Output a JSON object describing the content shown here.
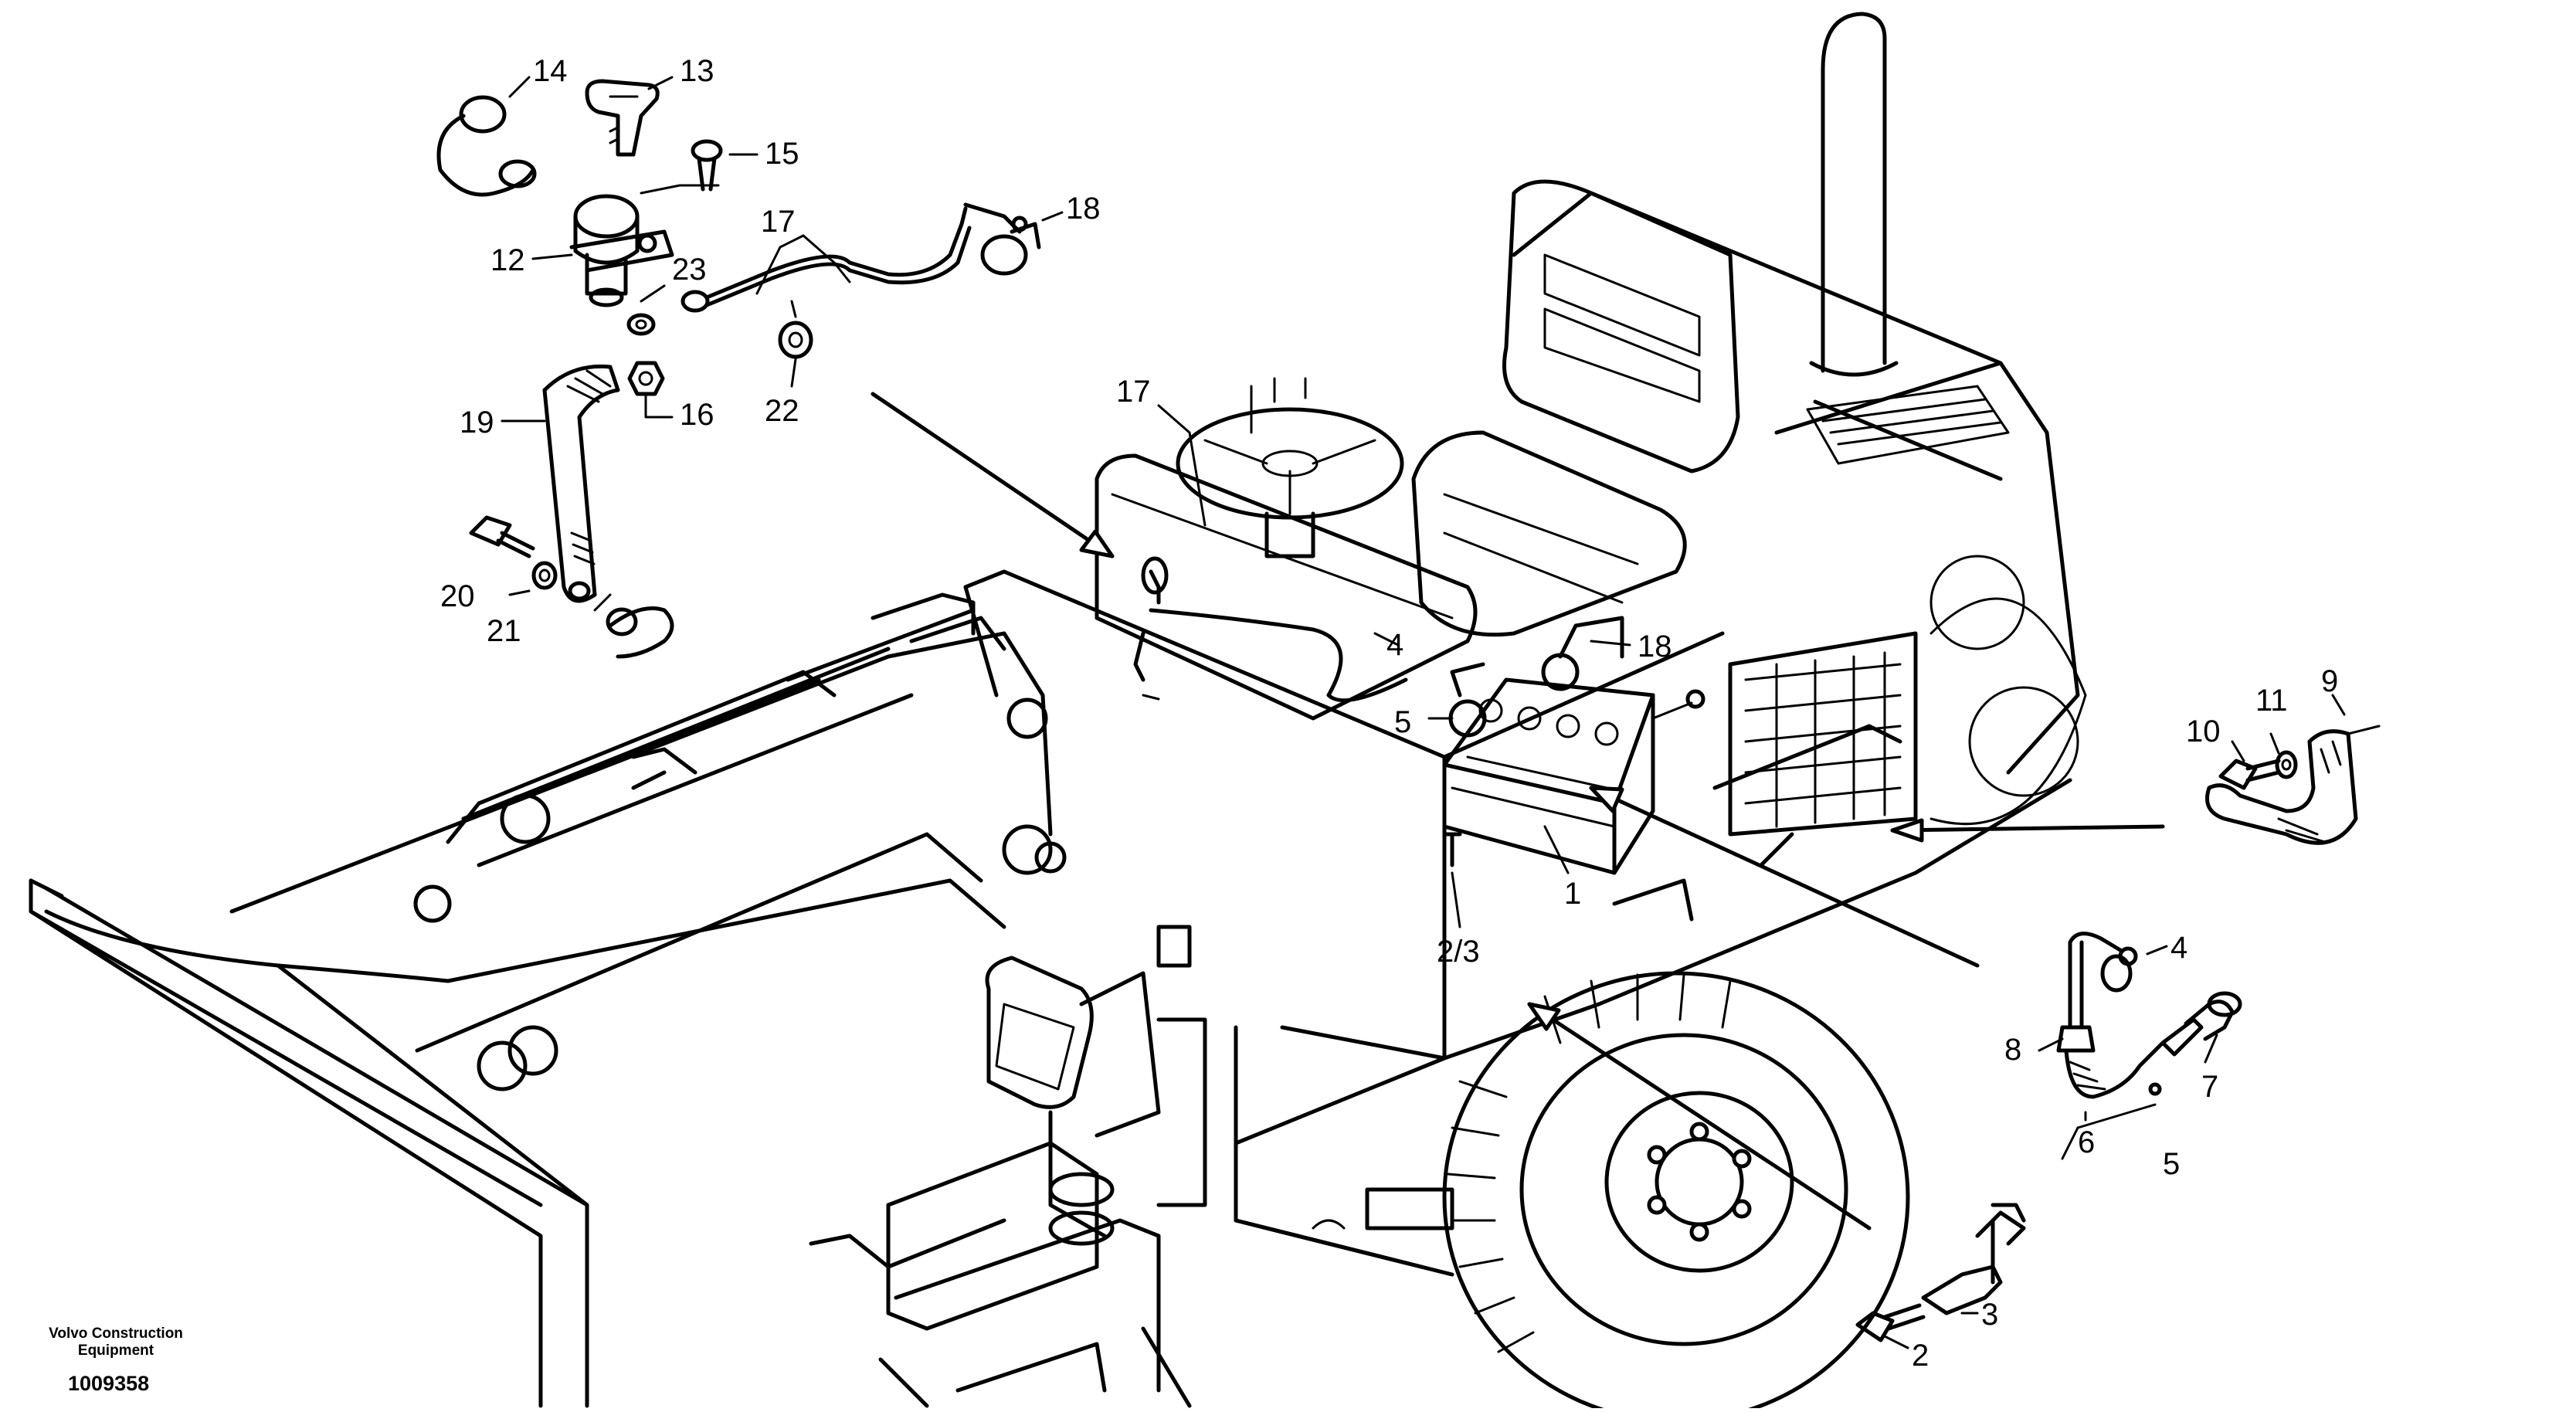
{
  "callouts": [
    {
      "id": "c14",
      "text": "14"
    },
    {
      "id": "c13",
      "text": "13"
    },
    {
      "id": "c15",
      "text": "15"
    },
    {
      "id": "c18a",
      "text": "18"
    },
    {
      "id": "c17a",
      "text": "17"
    },
    {
      "id": "c12",
      "text": "12"
    },
    {
      "id": "c23",
      "text": "23"
    },
    {
      "id": "c19",
      "text": "19"
    },
    {
      "id": "c16",
      "text": "16"
    },
    {
      "id": "c22",
      "text": "22"
    },
    {
      "id": "c20",
      "text": "20"
    },
    {
      "id": "c21",
      "text": "21"
    },
    {
      "id": "c17b",
      "text": "17"
    },
    {
      "id": "c4a",
      "text": "4"
    },
    {
      "id": "c18b",
      "text": "18"
    },
    {
      "id": "c5a",
      "text": "5"
    },
    {
      "id": "c1",
      "text": "1"
    },
    {
      "id": "c23b",
      "text": "2/3"
    },
    {
      "id": "c9",
      "text": "9"
    },
    {
      "id": "c10",
      "text": "10"
    },
    {
      "id": "c11",
      "text": "11"
    },
    {
      "id": "c4b",
      "text": "4"
    },
    {
      "id": "c8",
      "text": "8"
    },
    {
      "id": "c7",
      "text": "7"
    },
    {
      "id": "c6",
      "text": "6"
    },
    {
      "id": "c5b",
      "text": "5"
    },
    {
      "id": "c3",
      "text": "3"
    },
    {
      "id": "c2",
      "text": "2"
    }
  ],
  "footer": {
    "brand_line1": "Volvo Construction",
    "brand_line2": "Equipment",
    "drawing_number": "1009358"
  }
}
